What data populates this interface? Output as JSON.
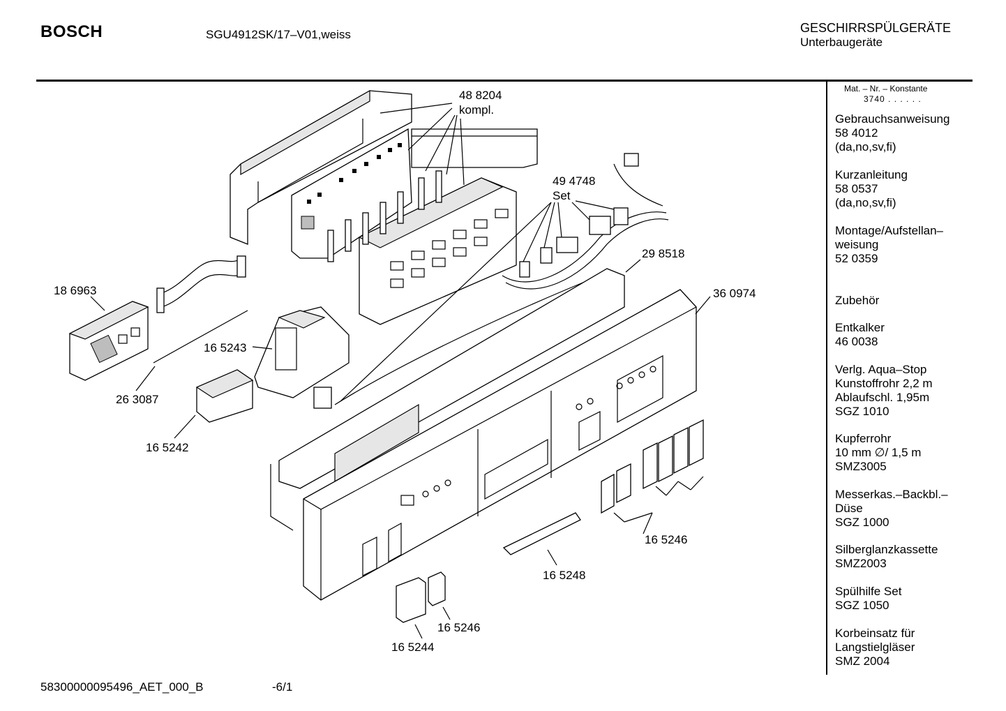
{
  "header": {
    "brand": "BOSCH",
    "model": "SGU4912SK/17–V01,weiss",
    "category_line1": "GESCHIRRSPÜLGERÄTE",
    "category_line2": "Unterbaugeräte"
  },
  "sidebar": {
    "header_line1": "Mat. – Nr. – Konstante",
    "header_line2": "3740 . . . . . .",
    "items": [
      {
        "lines": [
          "Gebrauchsanweisung",
          "58 4012",
          "(da,no,sv,fi)"
        ]
      },
      {
        "lines": [
          "Kurzanleitung",
          "58 0537",
          "(da,no,sv,fi)"
        ]
      },
      {
        "lines": [
          "Montage/Aufstellan–",
          "weisung",
          "52 0359"
        ]
      },
      {
        "lines": [
          "Zubehör"
        ]
      },
      {
        "lines": [
          "Entkalker",
          "46 0038"
        ]
      },
      {
        "lines": [
          "Verlg. Aqua–Stop",
          "Kunstoffrohr 2,2 m",
          "Ablaufschl. 1,95m",
          "SGZ 1010"
        ]
      },
      {
        "lines": [
          "Kupferrohr",
          "10 mm ∅/ 1,5 m",
          "SMZ3005"
        ]
      },
      {
        "lines": [
          "Messerkas.–Backbl.–",
          "Düse",
          "SGZ 1000"
        ]
      },
      {
        "lines": [
          "Silberglanzkassette",
          "SMZ2003"
        ]
      },
      {
        "lines": [
          "Spülhilfe Set",
          "SGZ 1050"
        ]
      },
      {
        "lines": [
          "Korbeinsatz für",
          "Langstielgläser",
          "SMZ 2004"
        ]
      }
    ]
  },
  "diagram": {
    "labels": {
      "p488204": "48 8204",
      "p488204b": "kompl.",
      "p494748": "49 4748",
      "p494748b": "Set",
      "p298518": "29 8518",
      "p360974": "36 0974",
      "p186963": "18 6963",
      "p165243": "16 5243",
      "p263087": "26 3087",
      "p165242": "16 5242",
      "p165246a": "16 5246",
      "p165248": "16 5248",
      "p165246b": "16 5246",
      "p165244": "16 5244"
    }
  },
  "footer": {
    "doc_id": "58300000095496_AET_000_B",
    "page": "-6/1"
  }
}
